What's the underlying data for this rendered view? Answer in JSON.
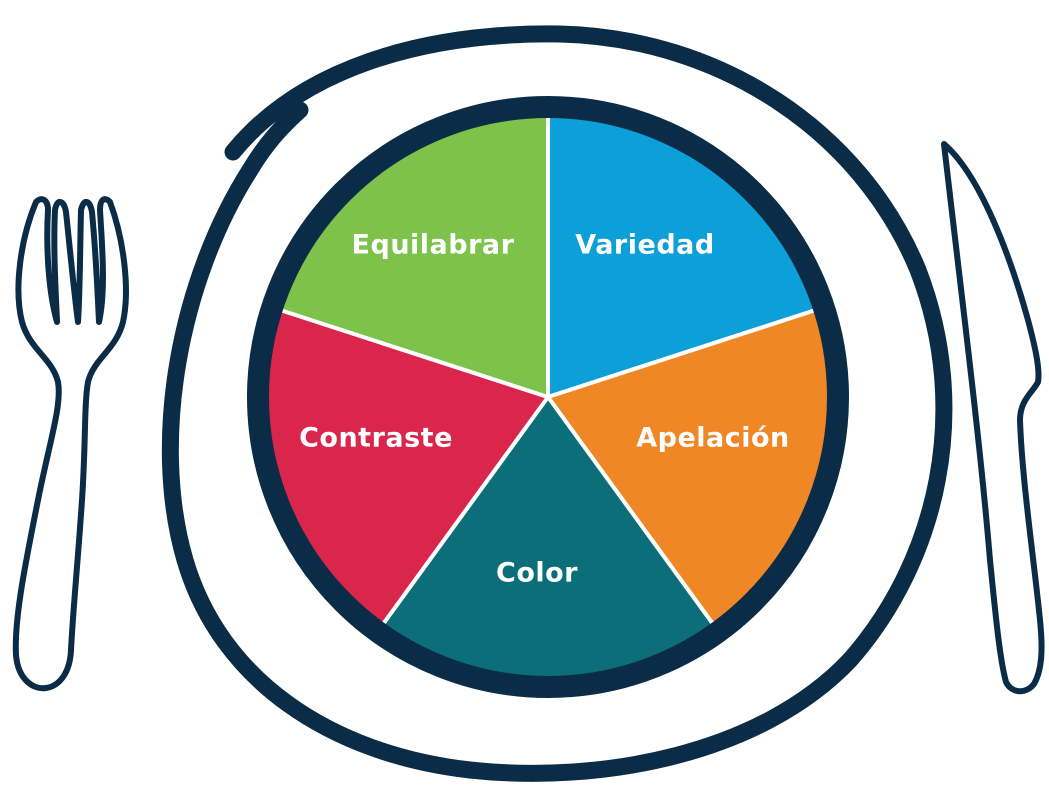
{
  "diagram": {
    "segments": [
      {
        "label": "Variedad",
        "color": "#0c9fd8"
      },
      {
        "label": "Apelación",
        "color": "#ef8726"
      },
      {
        "label": "Color",
        "color": "#0c6e78"
      },
      {
        "label": "Contraste",
        "color": "#db264c"
      },
      {
        "label": "Equilabrar",
        "color": "#7dc24a"
      }
    ],
    "colors": {
      "outline": "#0b2c47",
      "divider": "#ffffff",
      "background": "#ffffff"
    },
    "icons": [
      "fork-icon",
      "knife-icon",
      "plate-icon"
    ]
  }
}
